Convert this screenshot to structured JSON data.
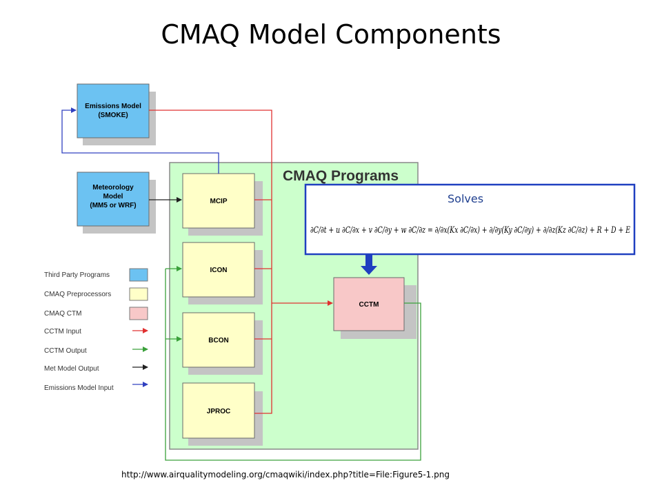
{
  "title": "CMAQ Model Components",
  "source_url": "http://www.airqualitymodeling.org/cmaqwiki/index.php?title=File:Figure5-1.png",
  "diagram": {
    "programs_title": "CMAQ Programs",
    "nodes": {
      "emissions": {
        "line1": "Emissions Model",
        "line2": "(SMOKE)"
      },
      "meteorology": {
        "line1": "Meteorology",
        "line2": "Model",
        "line3": "(MM5 or WRF)"
      },
      "mcip": {
        "label": "MCIP"
      },
      "icon": {
        "label": "ICON"
      },
      "bcon": {
        "label": "BCON"
      },
      "jproc": {
        "label": "JPROC"
      },
      "cctm": {
        "label": "CCTM"
      }
    },
    "legend": [
      {
        "label": "Third Party Programs",
        "kind": "swatch",
        "color": "#6cc2f2"
      },
      {
        "label": "CMAQ Preprocessors",
        "kind": "swatch",
        "color": "#ffffc8"
      },
      {
        "label": "CMAQ CTM",
        "kind": "swatch",
        "color": "#f8c8c8"
      },
      {
        "label": "CCTM Input",
        "kind": "arrow",
        "color": "#e03030"
      },
      {
        "label": "CCTM Output",
        "kind": "arrow",
        "color": "#3aa03a"
      },
      {
        "label": "Met Model Output",
        "kind": "arrow",
        "color": "#202020"
      },
      {
        "label": "Emissions Model Input",
        "kind": "arrow",
        "color": "#3040c0"
      }
    ],
    "callout": {
      "label": "Solves",
      "equation": "∂C/∂t + u ∂C/∂x + v ∂C/∂y + w ∂C/∂z = ∂/∂x(Kx ∂C/∂x) + ∂/∂y(Ky ∂C/∂y) + ∂/∂z(Kz ∂C/∂z) + R + D + E"
    }
  },
  "colors": {
    "third_party": "#6cc2f2",
    "preprocessor": "#ffffc8",
    "ctm": "#f8c8c8",
    "programs_bg": "#ccffcc",
    "input_arrow": "#e03030",
    "output_arrow": "#3aa03a",
    "met_arrow": "#202020",
    "emis_arrow": "#3040c0",
    "callout_border": "#1f3fc0"
  }
}
